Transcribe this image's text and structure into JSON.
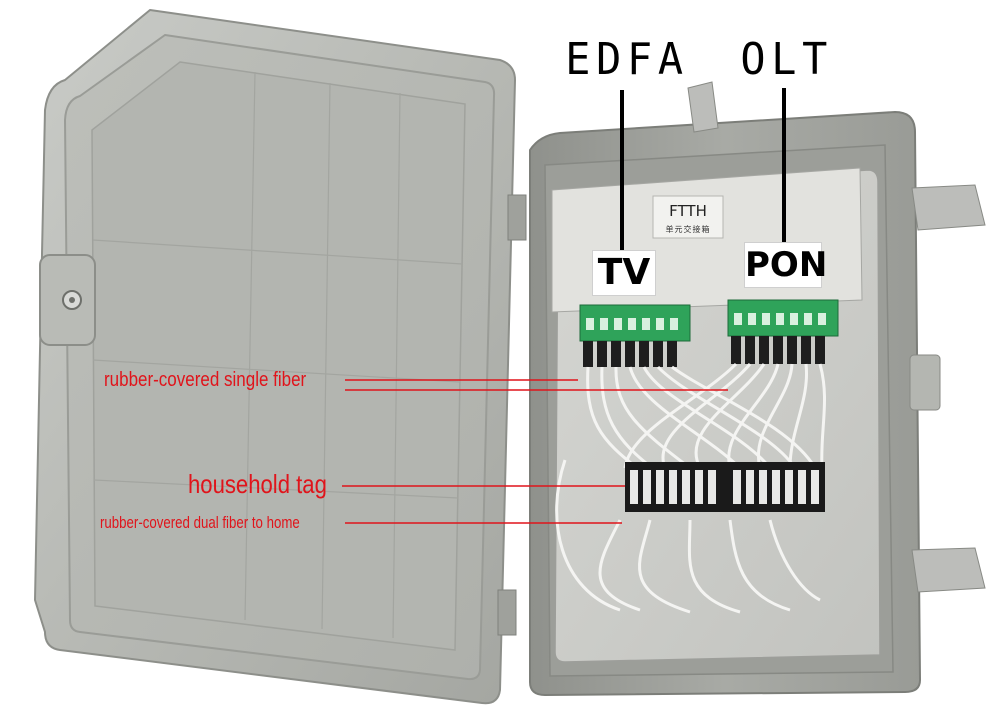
{
  "labels": {
    "edfa": "EDFA",
    "olt": "OLT",
    "tv": "TV",
    "pon": "PON",
    "panel_title": "FTTH",
    "panel_subtitle": "单元交接箱",
    "rubber_single": "rubber-covered single fiber",
    "household_tag": "household tag",
    "rubber_dual": "rubber-covered dual fiber to home"
  },
  "colors": {
    "callout_red": "#e0141b",
    "enclosure_gray": "#a9aba6",
    "connector_green": "#2fa35a"
  }
}
